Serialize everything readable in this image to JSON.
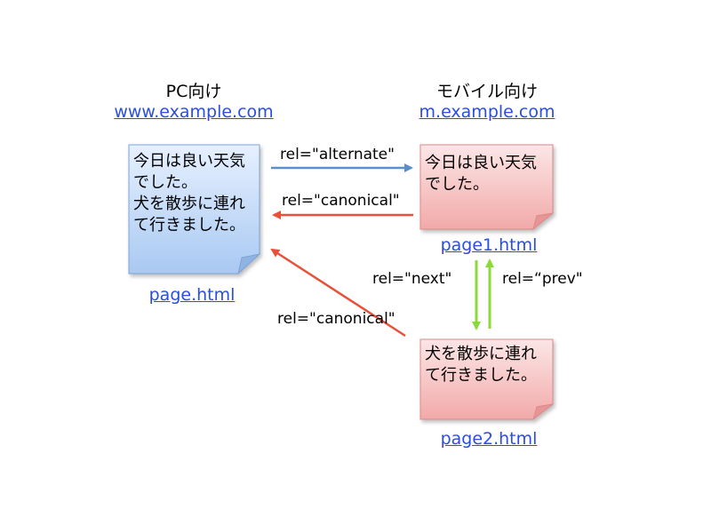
{
  "pc": {
    "heading": "PC向け",
    "domain": "www.example.com",
    "page_text": "今日は良い天気\nでした。\n犬を散歩に連れ\nて行きました。",
    "file": "page.html"
  },
  "mobile": {
    "heading": "モバイル向け",
    "domain": "m.example.com",
    "page1_text": "今日は良い天気\nでした。",
    "page1_file": "page1.html",
    "page2_text": "犬を散歩に連れ\nて行きました。",
    "page2_file": "page2.html"
  },
  "relations": {
    "alternate": "rel=\"alternate\"",
    "canonical_page1": "rel=\"canonical\"",
    "canonical_page2": "rel=\"canonical\"",
    "next": "rel=\"next\"",
    "prev": "rel=“prev\""
  },
  "colors": {
    "pc_doc_fill_top": "#e6f0ff",
    "pc_doc_fill_bottom": "#a9c9f2",
    "pc_doc_stroke": "#7ba4d8",
    "mobile_doc_fill_top": "#fce6e6",
    "mobile_doc_fill_bottom": "#f2a9a9",
    "mobile_doc_stroke": "#d98a8a",
    "alternate_arrow": "#5b8fc9",
    "canonical_arrow": "#e8503a",
    "pagination_arrow": "#8cd93a",
    "link": "#2a4ee0"
  }
}
